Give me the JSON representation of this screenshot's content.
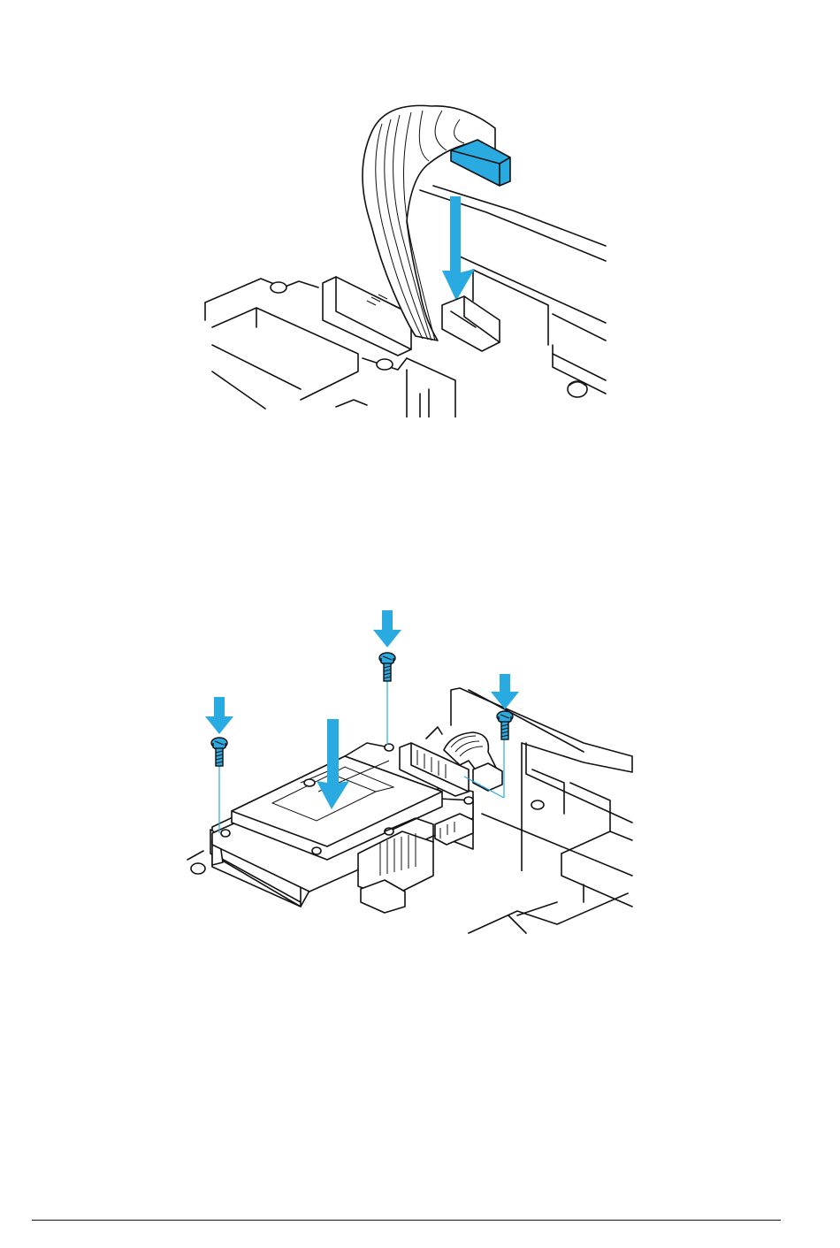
{
  "figures": [
    {
      "id": "cable-connection",
      "accent_color": "#29abe2",
      "icons": [
        "down-arrow-icon",
        "ribbon-cable-icon",
        "connector-icon"
      ]
    },
    {
      "id": "board-installation",
      "accent_color": "#29abe2",
      "icons": [
        "down-arrow-icon",
        "screw-icon"
      ],
      "screw_count": 3
    }
  ],
  "colors": {
    "accent": "#29abe2",
    "line": "#111111",
    "background": "#ffffff"
  }
}
